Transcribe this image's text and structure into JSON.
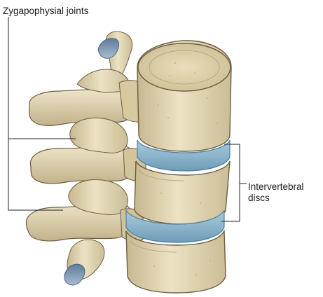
{
  "labels": {
    "zygapophysial_joints": "Zygapophysial joints",
    "intervertebral_discs_line1": "Intervertebral",
    "intervertebral_discs_line2": "discs"
  },
  "colors": {
    "bone": "#e6dcb8",
    "bone_shadow": "#b9a983",
    "bone_dark": "#8a7b58",
    "bone_highlight": "#f3ecd4",
    "disc": "#8fb6cc",
    "disc_dark": "#5f8fab",
    "outline": "#6b5d40",
    "leader_line": "#222222"
  }
}
